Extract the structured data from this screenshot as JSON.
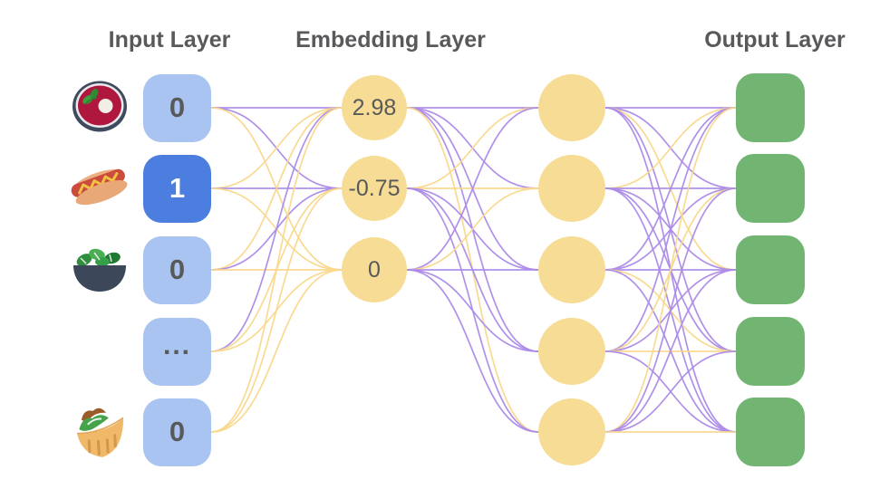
{
  "titles": {
    "input": "Input Layer",
    "embedding": "Embedding Layer",
    "output": "Output Layer"
  },
  "colors": {
    "input_box": "#A9C4F1",
    "input_box_active": "#4C7EE0",
    "node_yellow": "#F6DC94",
    "node_green": "#72B573",
    "edge_purple": "#AC8BE8",
    "edge_yellow": "#F9D88C",
    "label_dark": "#58595B",
    "label_light": "#FFFFFF",
    "title_text": "#58595B"
  },
  "input_layer": {
    "nodes": [
      {
        "label": "0",
        "active": false,
        "icon": "borscht-bowl"
      },
      {
        "label": "1",
        "active": true,
        "icon": "hot-dog"
      },
      {
        "label": "0",
        "active": false,
        "icon": "salad-bowl"
      },
      {
        "label": "...",
        "active": false,
        "icon": null
      },
      {
        "label": "0",
        "active": false,
        "icon": "pita"
      }
    ]
  },
  "embedding_layer": {
    "nodes": [
      {
        "label": "2.98"
      },
      {
        "label": "-0.75"
      },
      {
        "label": "0"
      }
    ]
  },
  "hidden_layer": {
    "nodes": [
      {
        "label": ""
      },
      {
        "label": ""
      },
      {
        "label": ""
      },
      {
        "label": ""
      },
      {
        "label": ""
      }
    ]
  },
  "output_layer": {
    "nodes": [
      {
        "label": ""
      },
      {
        "label": ""
      },
      {
        "label": ""
      },
      {
        "label": ""
      },
      {
        "label": ""
      }
    ]
  },
  "network": {
    "edges": {
      "input_embedding": [
        {
          "from": 0,
          "to": 0,
          "color": "purple"
        },
        {
          "from": 0,
          "to": 1,
          "color": "purple"
        },
        {
          "from": 0,
          "to": 2,
          "color": "yellow"
        },
        {
          "from": 1,
          "to": 0,
          "color": "yellow"
        },
        {
          "from": 1,
          "to": 1,
          "color": "purple"
        },
        {
          "from": 1,
          "to": 2,
          "color": "yellow"
        },
        {
          "from": 2,
          "to": 0,
          "color": "yellow"
        },
        {
          "from": 2,
          "to": 1,
          "color": "purple"
        },
        {
          "from": 2,
          "to": 2,
          "color": "yellow"
        },
        {
          "from": 3,
          "to": 0,
          "color": "purple"
        },
        {
          "from": 3,
          "to": 1,
          "color": "yellow"
        },
        {
          "from": 3,
          "to": 2,
          "color": "yellow"
        },
        {
          "from": 4,
          "to": 0,
          "color": "yellow"
        },
        {
          "from": 4,
          "to": 1,
          "color": "yellow"
        },
        {
          "from": 4,
          "to": 2,
          "color": "yellow"
        }
      ],
      "embedding_hidden": [
        {
          "from": 0,
          "to": 0,
          "color": "purple"
        },
        {
          "from": 0,
          "to": 1,
          "color": "purple"
        },
        {
          "from": 0,
          "to": 2,
          "color": "purple"
        },
        {
          "from": 0,
          "to": 3,
          "color": "purple"
        },
        {
          "from": 0,
          "to": 4,
          "color": "yellow"
        },
        {
          "from": 1,
          "to": 0,
          "color": "yellow"
        },
        {
          "from": 1,
          "to": 1,
          "color": "yellow"
        },
        {
          "from": 1,
          "to": 2,
          "color": "purple"
        },
        {
          "from": 1,
          "to": 3,
          "color": "purple"
        },
        {
          "from": 1,
          "to": 4,
          "color": "purple"
        },
        {
          "from": 2,
          "to": 0,
          "color": "purple"
        },
        {
          "from": 2,
          "to": 1,
          "color": "yellow"
        },
        {
          "from": 2,
          "to": 2,
          "color": "purple"
        },
        {
          "from": 2,
          "to": 3,
          "color": "purple"
        },
        {
          "from": 2,
          "to": 4,
          "color": "purple"
        }
      ],
      "hidden_output": [
        {
          "from": 0,
          "to": 0,
          "color": "purple"
        },
        {
          "from": 0,
          "to": 1,
          "color": "purple"
        },
        {
          "from": 0,
          "to": 2,
          "color": "yellow"
        },
        {
          "from": 0,
          "to": 3,
          "color": "purple"
        },
        {
          "from": 0,
          "to": 4,
          "color": "purple"
        },
        {
          "from": 1,
          "to": 0,
          "color": "yellow"
        },
        {
          "from": 1,
          "to": 1,
          "color": "purple"
        },
        {
          "from": 1,
          "to": 2,
          "color": "purple"
        },
        {
          "from": 1,
          "to": 3,
          "color": "purple"
        },
        {
          "from": 1,
          "to": 4,
          "color": "purple"
        },
        {
          "from": 2,
          "to": 0,
          "color": "purple"
        },
        {
          "from": 2,
          "to": 1,
          "color": "purple"
        },
        {
          "from": 2,
          "to": 2,
          "color": "purple"
        },
        {
          "from": 2,
          "to": 3,
          "color": "yellow"
        },
        {
          "from": 2,
          "to": 4,
          "color": "purple"
        },
        {
          "from": 3,
          "to": 0,
          "color": "purple"
        },
        {
          "from": 3,
          "to": 1,
          "color": "yellow"
        },
        {
          "from": 3,
          "to": 2,
          "color": "purple"
        },
        {
          "from": 3,
          "to": 3,
          "color": "yellow"
        },
        {
          "from": 3,
          "to": 4,
          "color": "purple"
        },
        {
          "from": 4,
          "to": 0,
          "color": "yellow"
        },
        {
          "from": 4,
          "to": 1,
          "color": "purple"
        },
        {
          "from": 4,
          "to": 2,
          "color": "purple"
        },
        {
          "from": 4,
          "to": 3,
          "color": "purple"
        },
        {
          "from": 4,
          "to": 4,
          "color": "yellow"
        }
      ]
    }
  }
}
